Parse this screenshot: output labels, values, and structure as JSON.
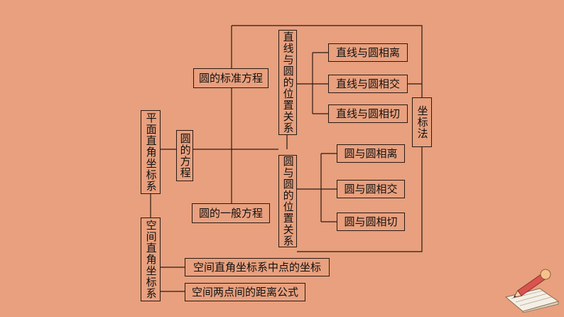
{
  "nodes": {
    "pingmian": "平面直角坐标系",
    "yuan_fangcheng": "圆的方程",
    "biaozhun": "圆的标准方程",
    "yiban": "圆的一般方程",
    "zhixian_yuan": "直线与圆的位置关系",
    "yuan_yuan": "圆与圆的位置关系",
    "zx_xiangli": "直线与圆相离",
    "zx_xiangjiao": "直线与圆相交",
    "zx_xiangqie": "直线与圆相切",
    "yy_xiangli": "圆与圆相离",
    "yy_xiangjiao": "圆与圆相交",
    "yy_xiangqie": "圆与圆相切",
    "zuobiaofa": "坐标法",
    "kongjian": "空间直角坐标系",
    "zhongdian": "空间直角坐标系中点的坐标",
    "juli": "空间两点间的距离公式"
  },
  "colors": {
    "background": "#E8A07E",
    "line": "#2a1a12"
  },
  "icons": {
    "corner": "pencil-notebook-icon"
  }
}
